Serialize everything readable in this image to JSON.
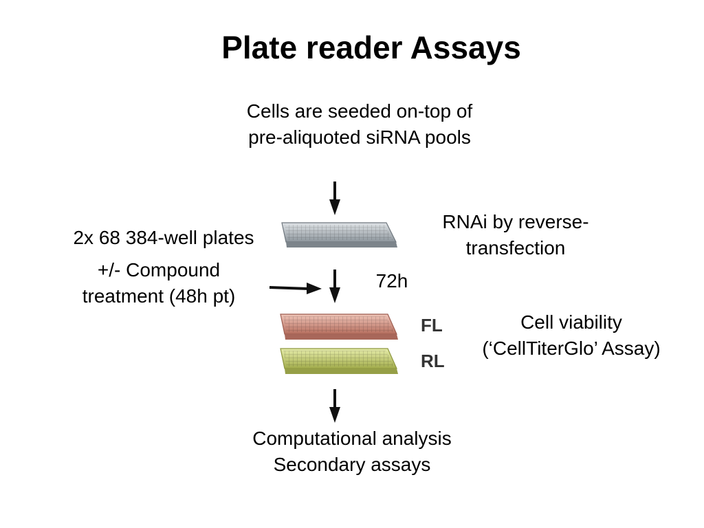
{
  "title": "Plate reader Assays",
  "step_seed": [
    "Cells are seeded on-top of",
    "pre-aliquoted siRNA pools"
  ],
  "plates_count": "2x 68 384-well plates",
  "compound": [
    "+/- Compound",
    "treatment (48h pt)"
  ],
  "rnai": [
    "RNAi by reverse-",
    "transfection"
  ],
  "incubation": "72h",
  "readout_fl": "FL",
  "readout_rl": "RL",
  "viability": [
    "Cell viability",
    "(‘CellTiterGlo’ Assay)"
  ],
  "analysis": [
    "Computational analysis",
    "Secondary assays"
  ],
  "colors": {
    "plate_gray": "#b9c0c6",
    "plate_red": "#d79a8a",
    "plate_green": "#cdd77a",
    "arrow": "#111111"
  }
}
